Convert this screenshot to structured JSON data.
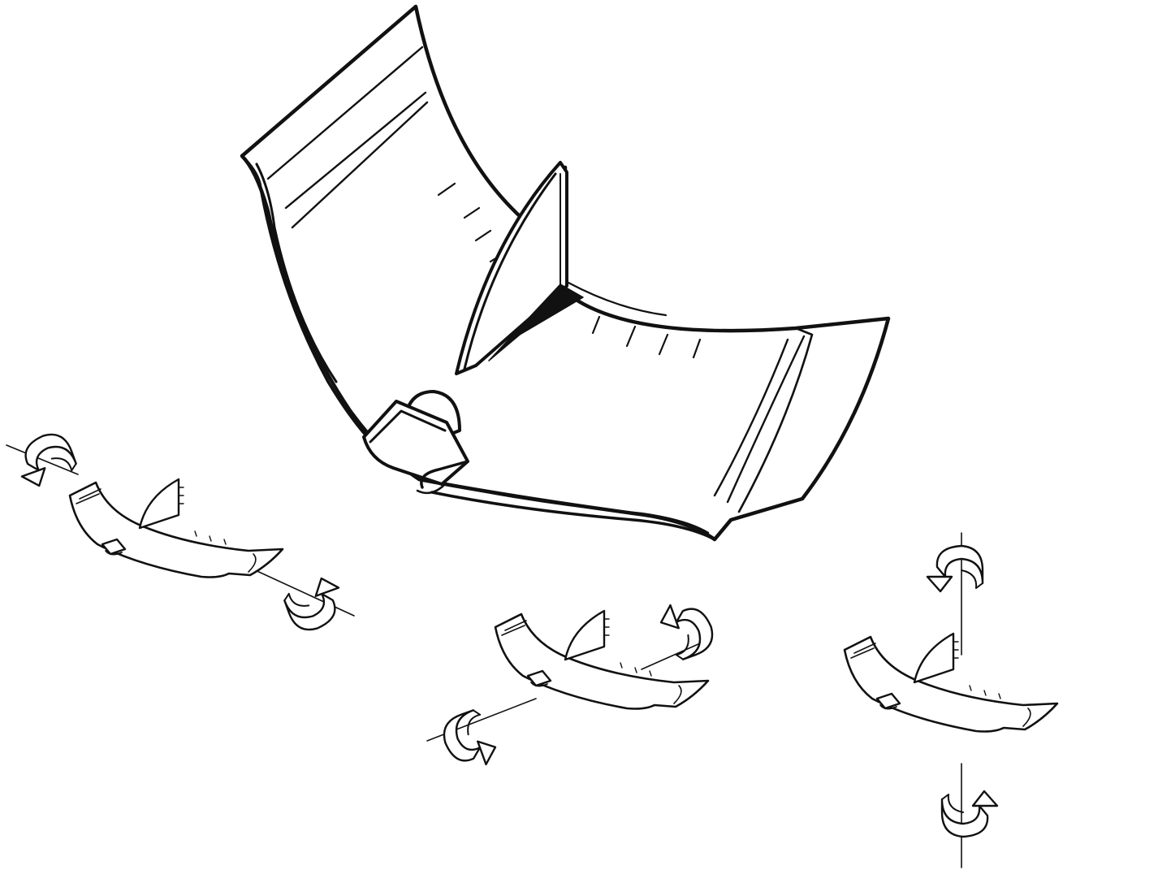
{
  "figure": {
    "ink_color": "#111111",
    "paper_color": "#ffffff",
    "main_view": "curved-blade-with-fin-and-clip",
    "small_views": [
      {
        "id": "rotation-about-longitudinal-axis",
        "arrow_icons": [
          "curl-arrow-left-end",
          "curl-arrow-right-end"
        ]
      },
      {
        "id": "rotation-about-lateral-axis",
        "arrow_icons": [
          "curl-arrow-upper",
          "curl-arrow-lower"
        ]
      },
      {
        "id": "rotation-about-vertical-axis",
        "arrow_icons": [
          "curl-arrow-top",
          "curl-arrow-bottom"
        ]
      }
    ]
  }
}
